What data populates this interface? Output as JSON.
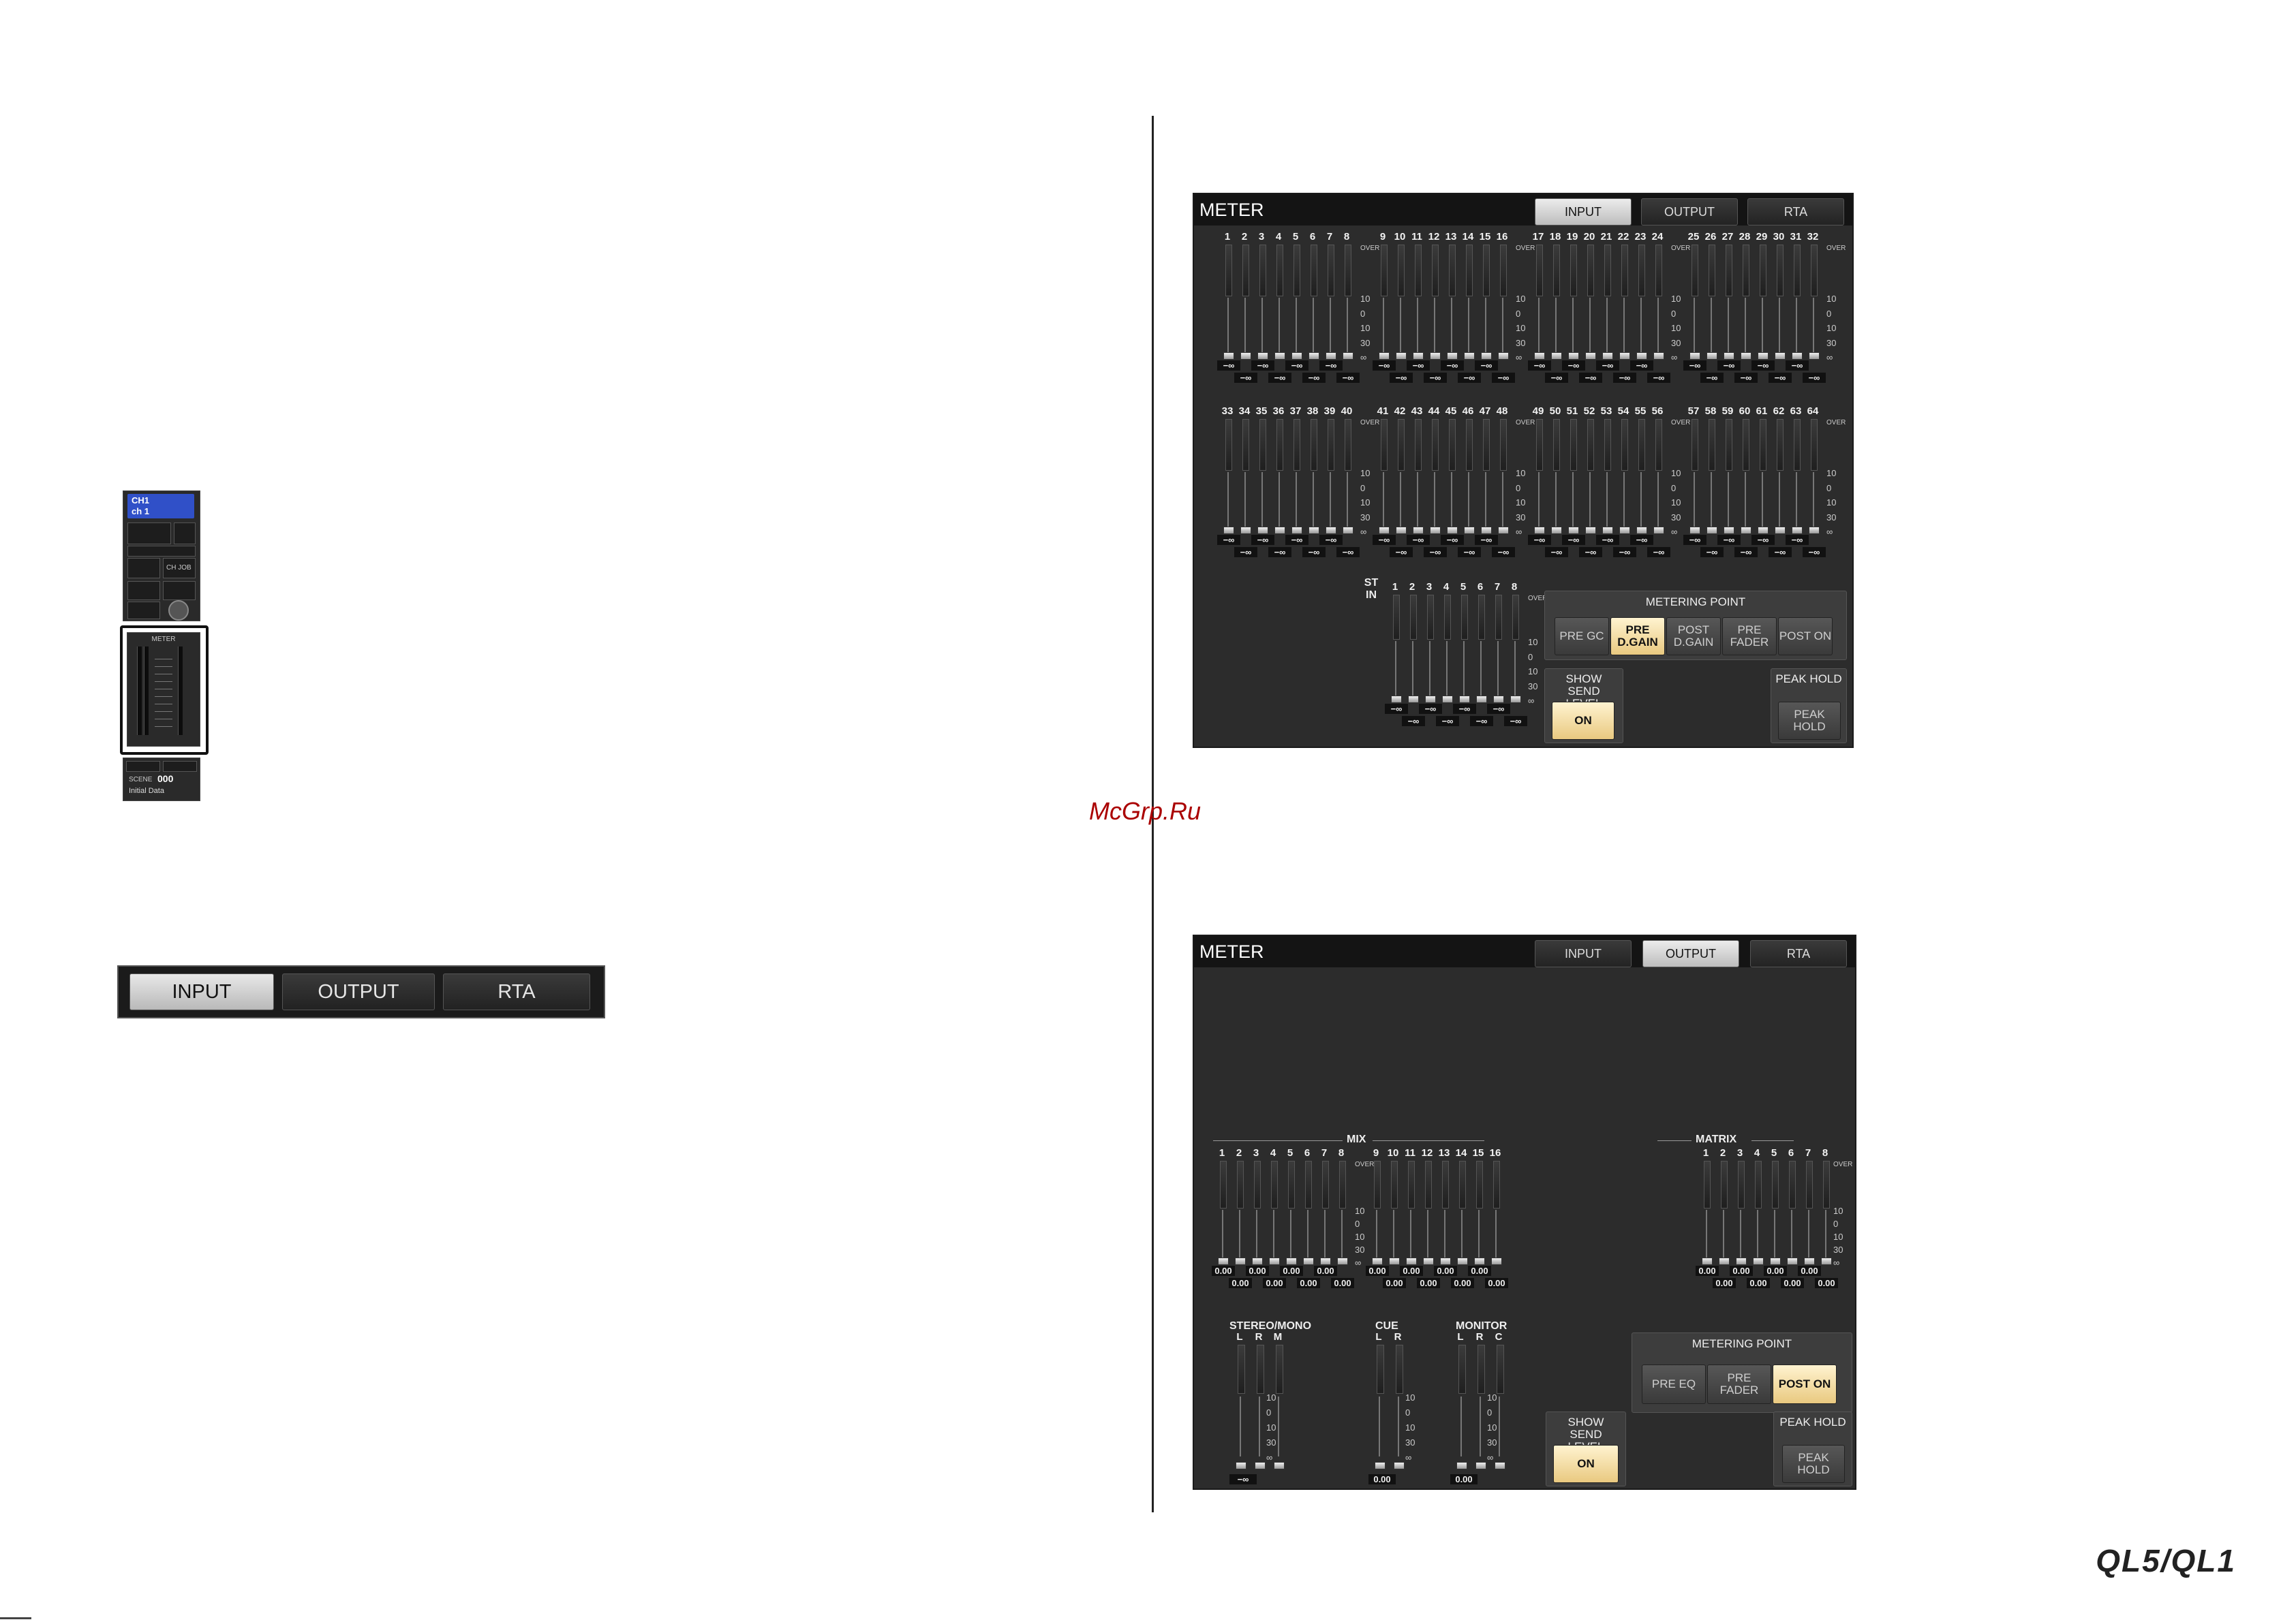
{
  "watermark": "McGrp.Ru",
  "brand": "QL5/QL1",
  "strip": {
    "ch_label": "CH1",
    "ch_name": "ch 1",
    "ch_job": "CH JOB",
    "meter_label": "METER",
    "scene_label": "SCENE",
    "scene_number": "000",
    "scene_name": "Initial Data"
  },
  "tab_bar": {
    "tabs": [
      "INPUT",
      "OUTPUT",
      "RTA"
    ],
    "selected": "INPUT"
  },
  "input_panel": {
    "title": "METER",
    "tabs": [
      "INPUT",
      "OUTPUT",
      "RTA"
    ],
    "selected_tab": "INPUT",
    "row1_channels": [
      "1",
      "2",
      "3",
      "4",
      "5",
      "6",
      "7",
      "8",
      "9",
      "10",
      "11",
      "12",
      "13",
      "14",
      "15",
      "16",
      "17",
      "18",
      "19",
      "20",
      "21",
      "22",
      "23",
      "24",
      "25",
      "26",
      "27",
      "28",
      "29",
      "30",
      "31",
      "32"
    ],
    "row2_channels": [
      "33",
      "34",
      "35",
      "36",
      "37",
      "38",
      "39",
      "40",
      "41",
      "42",
      "43",
      "44",
      "45",
      "46",
      "47",
      "48",
      "49",
      "50",
      "51",
      "52",
      "53",
      "54",
      "55",
      "56",
      "57",
      "58",
      "59",
      "60",
      "61",
      "62",
      "63",
      "64"
    ],
    "st_in_label": "ST IN",
    "st_in_channels": [
      "1",
      "2",
      "3",
      "4",
      "5",
      "6",
      "7",
      "8"
    ],
    "scale": [
      "10",
      "0",
      "10",
      "30",
      "∞"
    ],
    "over_label": "OVER",
    "level_value": "−∞",
    "metering_point": {
      "title": "METERING POINT",
      "buttons": [
        "PRE GC",
        "PRE D.GAIN",
        "POST D.GAIN",
        "PRE FADER",
        "POST ON"
      ],
      "selected": "PRE D.GAIN"
    },
    "show_send_level": {
      "label": "SHOW SEND LEVEL",
      "button": "ON"
    },
    "peak_hold": {
      "label": "PEAK HOLD",
      "button": "PEAK HOLD"
    }
  },
  "output_panel": {
    "title": "METER",
    "tabs": [
      "INPUT",
      "OUTPUT",
      "RTA"
    ],
    "selected_tab": "OUTPUT",
    "mix_label": "MIX",
    "mix_channels": [
      "1",
      "2",
      "3",
      "4",
      "5",
      "6",
      "7",
      "8",
      "9",
      "10",
      "11",
      "12",
      "13",
      "14",
      "15",
      "16"
    ],
    "matrix_label": "MATRIX",
    "matrix_channels": [
      "1",
      "2",
      "3",
      "4",
      "5",
      "6",
      "7",
      "8"
    ],
    "stereo_mono_label": "STEREO/MONO",
    "stereo_mono_channels": [
      "L",
      "R",
      "M"
    ],
    "cue_label": "CUE",
    "cue_channels": [
      "L",
      "R"
    ],
    "monitor_label": "MONITOR",
    "monitor_channels": [
      "L",
      "R",
      "C"
    ],
    "scale": [
      "10",
      "0",
      "10",
      "30",
      "∞"
    ],
    "over_label": "OVER",
    "level_value": "0.00",
    "inf_value": "−∞",
    "metering_point": {
      "title": "METERING POINT",
      "buttons": [
        "PRE EQ",
        "PRE FADER",
        "POST ON"
      ],
      "selected": "POST ON"
    },
    "show_send_level": {
      "label": "SHOW SEND LEVEL",
      "button": "ON"
    },
    "peak_hold": {
      "label": "PEAK HOLD",
      "button": "PEAK HOLD"
    }
  }
}
